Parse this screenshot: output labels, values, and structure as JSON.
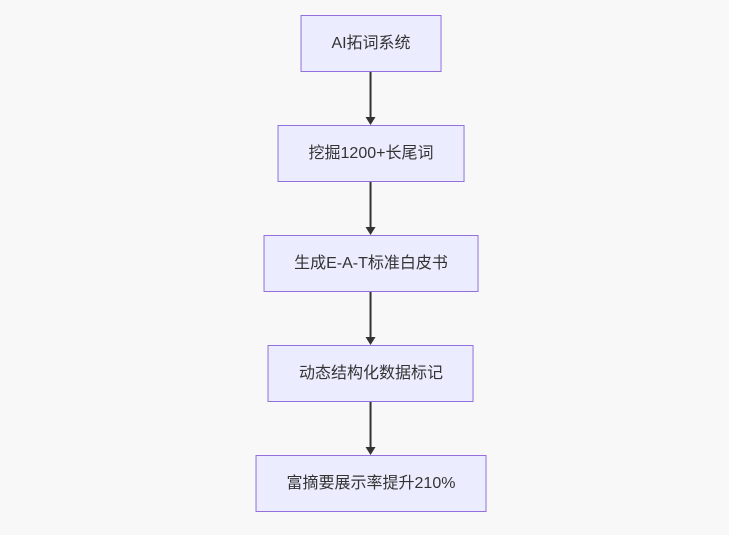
{
  "diagram": {
    "type": "flowchart",
    "direction": "top-down",
    "nodes": [
      {
        "id": "A",
        "label": "AI拓词系统"
      },
      {
        "id": "B",
        "label": "挖掘1200+长尾词"
      },
      {
        "id": "C",
        "label": "生成E-A-T标准白皮书"
      },
      {
        "id": "D",
        "label": "动态结构化数据标记"
      },
      {
        "id": "E",
        "label": "富摘要展示率提升210%"
      }
    ],
    "edges": [
      {
        "from": "A",
        "to": "B"
      },
      {
        "from": "B",
        "to": "C"
      },
      {
        "from": "C",
        "to": "D"
      },
      {
        "from": "D",
        "to": "E"
      }
    ],
    "colors": {
      "background": "#f8f8f8",
      "node_fill": "#ececff",
      "node_border": "#9370db",
      "edge": "#333333",
      "text": "#333333"
    }
  }
}
